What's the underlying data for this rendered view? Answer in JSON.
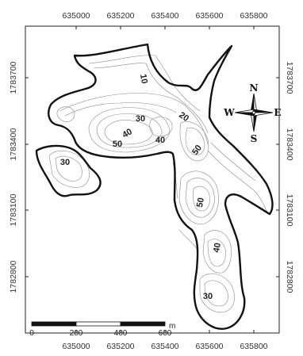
{
  "x_ticks": [
    "635000",
    "635200",
    "635400",
    "635600",
    "635800"
  ],
  "y_ticks": [
    "1783700",
    "1783400",
    "1783100",
    "1782800"
  ],
  "contour_labels": [
    "10",
    "30",
    "20",
    "40",
    "50",
    "40",
    "50",
    "30",
    "50",
    "40",
    "30"
  ],
  "compass": {
    "n": "N",
    "s": "S",
    "e": "E",
    "w": "W"
  },
  "scale": {
    "ticks": [
      "0",
      "200",
      "400",
      "600"
    ],
    "unit": "m"
  }
}
